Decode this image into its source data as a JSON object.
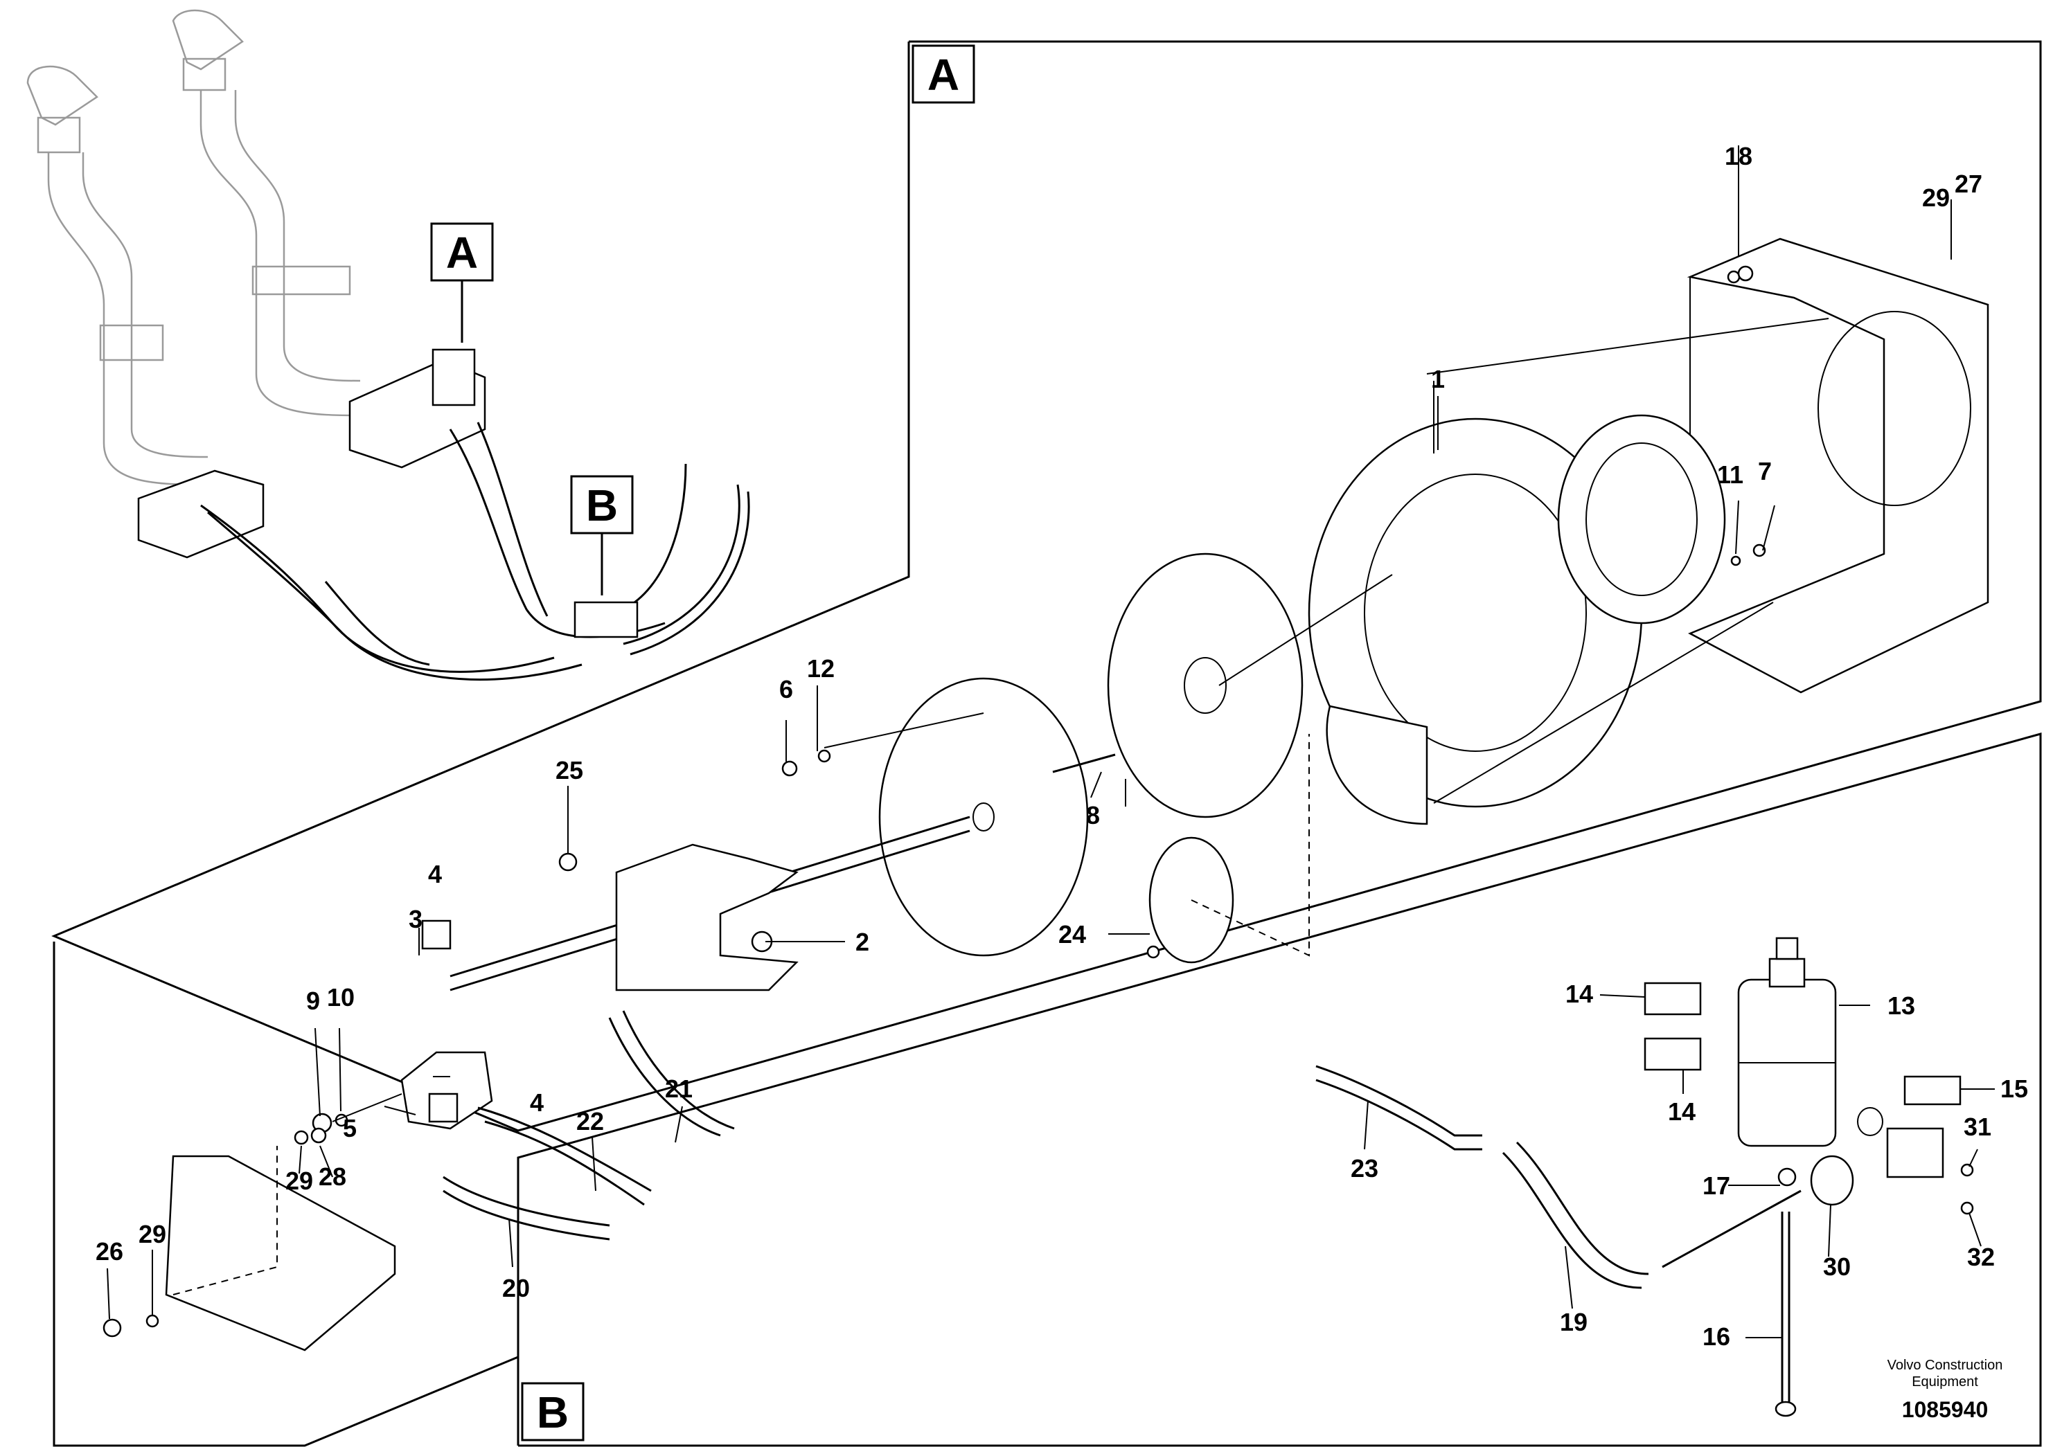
{
  "callouts": {
    "A": "A",
    "B": "B"
  },
  "labels": {
    "p1": "1",
    "p2": "2",
    "p3": "3",
    "p4a": "4",
    "p4b": "4",
    "p5": "5",
    "p6": "6",
    "p7": "7",
    "p8": "8",
    "p9": "9",
    "p10": "10",
    "p11": "11",
    "p12": "12",
    "p13": "13",
    "p14a": "14",
    "p14b": "14",
    "p15": "15",
    "p16": "16",
    "p17": "17",
    "p18": "18",
    "p19": "19",
    "p20": "20",
    "p21": "21",
    "p22": "22",
    "p23": "23",
    "p24": "24",
    "p25": "25",
    "p26": "26",
    "p27": "27",
    "p28": "28",
    "p29a": "29",
    "p29b": "29",
    "p29c": "29",
    "p30": "30",
    "p31": "31",
    "p32": "32"
  },
  "footer": {
    "company_line1": "Volvo Construction",
    "company_line2": "Equipment",
    "drawing_number": "1085940"
  }
}
